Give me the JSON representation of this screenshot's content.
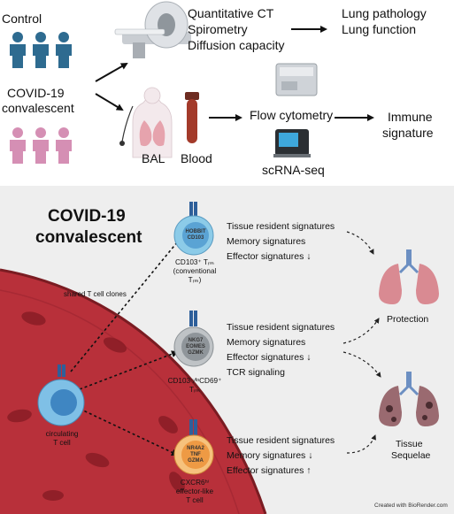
{
  "colors": {
    "control": "#2e6b90",
    "covid": "#d58fb4",
    "bottom_bg": "#eeeeee",
    "vessel": "#b8303a",
    "cell_blue": "#7fc0e6",
    "cell_gray": "#9aa0a4",
    "cell_orange": "#f0a050",
    "lung": "#d98a92"
  },
  "top": {
    "control_label": "Control",
    "covid_label_1": "COVID-19",
    "covid_label_2": "convalescent",
    "ct_lines": [
      "Quantitative CT",
      "Spirometry",
      "Diffusion capacity"
    ],
    "lung_outcome": [
      "Lung pathology",
      "Lung function"
    ],
    "bal_label": "BAL",
    "blood_label": "Blood",
    "flow_label": "Flow cytometry",
    "scrna_label": "scRNA-seq",
    "immune_label": [
      "Immune",
      "signature"
    ]
  },
  "bottom": {
    "title_1": "COVID-19",
    "title_2": "convalescent",
    "shared_clones": "shared T cell clones",
    "circulating": [
      "circulating",
      "T cell"
    ],
    "cell1": {
      "markers": [
        "HOBBIT",
        "CD103"
      ],
      "caption": [
        "CD103⁺ Tᵣₘ",
        "(conventional",
        "Tᵣₘ)"
      ],
      "signatures": [
        "Tissue resident signatures",
        "Memory signatures",
        "Effector signatures ↓"
      ]
    },
    "cell2": {
      "markers": [
        "NKG7",
        "EOMES",
        "GZMK"
      ],
      "caption": [
        "CD103⁻⁄ˡᵒCD69⁺",
        "Tᵣₘ"
      ],
      "signatures": [
        "Tissue resident signatures",
        "Memory signatures",
        "Effector signatures ↓",
        "TCR signaling"
      ]
    },
    "cell3": {
      "markers": [
        "NR4A2",
        "TNF",
        "GZMA"
      ],
      "caption": [
        "CXCR6ʰⁱ",
        "effector-like",
        "T cell"
      ],
      "signatures": [
        "Tissue resident signatures",
        "Memory signatures ↓",
        "Effector signatures ↑"
      ]
    },
    "protection_label": "Protection",
    "sequelae_label": [
      "Tissue",
      "Sequelae"
    ],
    "credit": "Created with BioRender.com"
  }
}
